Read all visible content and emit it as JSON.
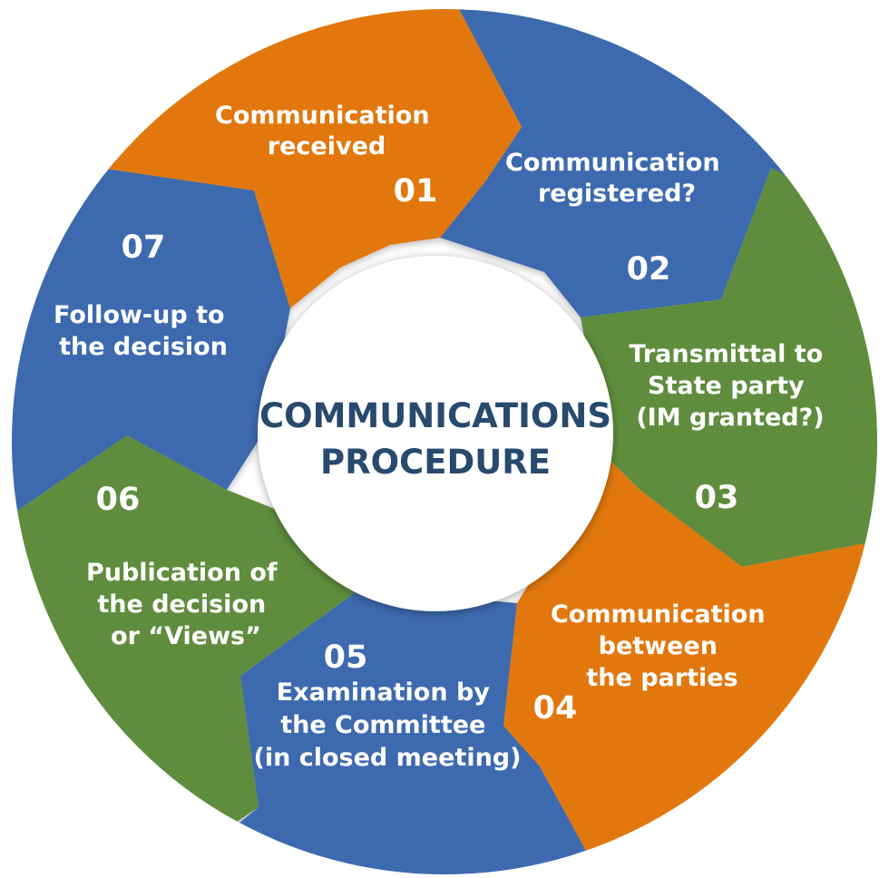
{
  "colors": {
    "orange": "#e2780e",
    "blue": "#3c6aaf",
    "green": "#5f8d3c",
    "center_text": "#274a6e"
  },
  "center": {
    "line1": "COMMUNICATIONS",
    "line2": "PROCEDURE"
  },
  "steps": [
    {
      "number": "01",
      "label_lines": [
        "Communication",
        "received"
      ]
    },
    {
      "number": "02",
      "label_lines": [
        "Communication",
        "registered?"
      ]
    },
    {
      "number": "03",
      "label_lines": [
        "Transmittal to",
        "State party",
        "(IM granted?)"
      ]
    },
    {
      "number": "04",
      "label_lines": [
        "Communication",
        "between",
        "the parties"
      ]
    },
    {
      "number": "05",
      "label_lines": [
        "Examination by",
        "the Committee",
        "(in closed meeting)"
      ]
    },
    {
      "number": "06",
      "label_lines": [
        "Publication of",
        "the decision",
        "or “Views”"
      ]
    },
    {
      "number": "07",
      "label_lines": [
        "Follow-up to",
        "the decision"
      ]
    }
  ]
}
